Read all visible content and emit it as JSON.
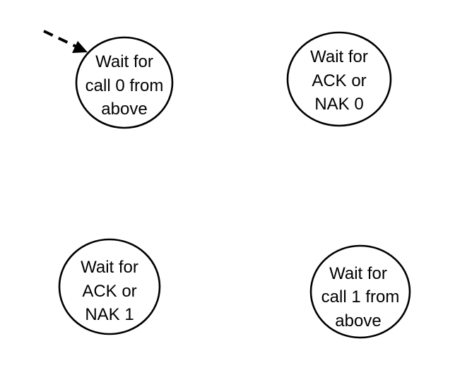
{
  "diagram": {
    "states": [
      {
        "id": "wait-call-0",
        "lines": [
          "Wait for",
          "call 0 from",
          "above"
        ],
        "initial": true
      },
      {
        "id": "wait-ack-nak-0",
        "lines": [
          "Wait for",
          "ACK or",
          "NAK 0"
        ]
      },
      {
        "id": "wait-ack-nak-1",
        "lines": [
          "Wait for",
          "ACK or",
          "NAK 1"
        ]
      },
      {
        "id": "wait-call-1",
        "lines": [
          "Wait for",
          "call 1 from",
          "above"
        ]
      }
    ]
  }
}
